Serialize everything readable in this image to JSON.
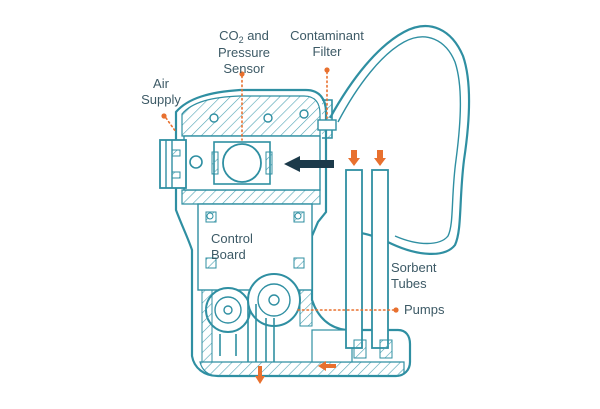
{
  "colors": {
    "outline": "#2f8fa2",
    "hatch": "#4fa3b4",
    "leader": "#e8702e",
    "label": "#3d5a66",
    "arrow": "#1c3a4a"
  },
  "labels": {
    "co2_pre": "CO",
    "co2_sub": "2",
    "co2_post": " and",
    "pressure": "Pressure",
    "sensor": "Sensor",
    "contaminant": "Contaminant",
    "filter": "Filter",
    "air": "Air",
    "supply": "Supply",
    "control": "Control",
    "board": "Board",
    "sorbent": "Sorbent",
    "tubes": "Tubes",
    "pumps": "Pumps"
  }
}
